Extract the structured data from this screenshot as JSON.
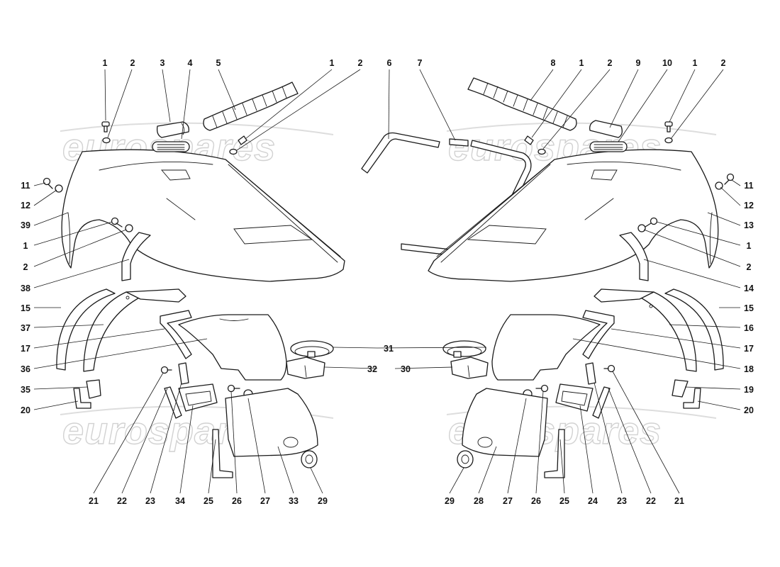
{
  "watermark": "eurospares",
  "callouts_top_left": [
    "1",
    "2",
    "3",
    "4",
    "5",
    "1",
    "2",
    "6"
  ],
  "callouts_top_right": [
    "7",
    "8",
    "1",
    "2",
    "9",
    "10",
    "1",
    "2"
  ],
  "callouts_left": [
    "11",
    "12",
    "39",
    "1",
    "2",
    "38",
    "15",
    "37",
    "17",
    "36",
    "35",
    "20"
  ],
  "callouts_right": [
    "11",
    "12",
    "13",
    "1",
    "2",
    "14",
    "15",
    "16",
    "17",
    "18",
    "19",
    "20"
  ],
  "callouts_middle": [
    "31",
    "32",
    "30"
  ],
  "callouts_bottom_left": [
    "21",
    "22",
    "23",
    "34",
    "25",
    "26",
    "27",
    "33",
    "29"
  ],
  "callouts_bottom_right": [
    "29",
    "28",
    "27",
    "26",
    "25",
    "24",
    "23",
    "22",
    "21"
  ]
}
